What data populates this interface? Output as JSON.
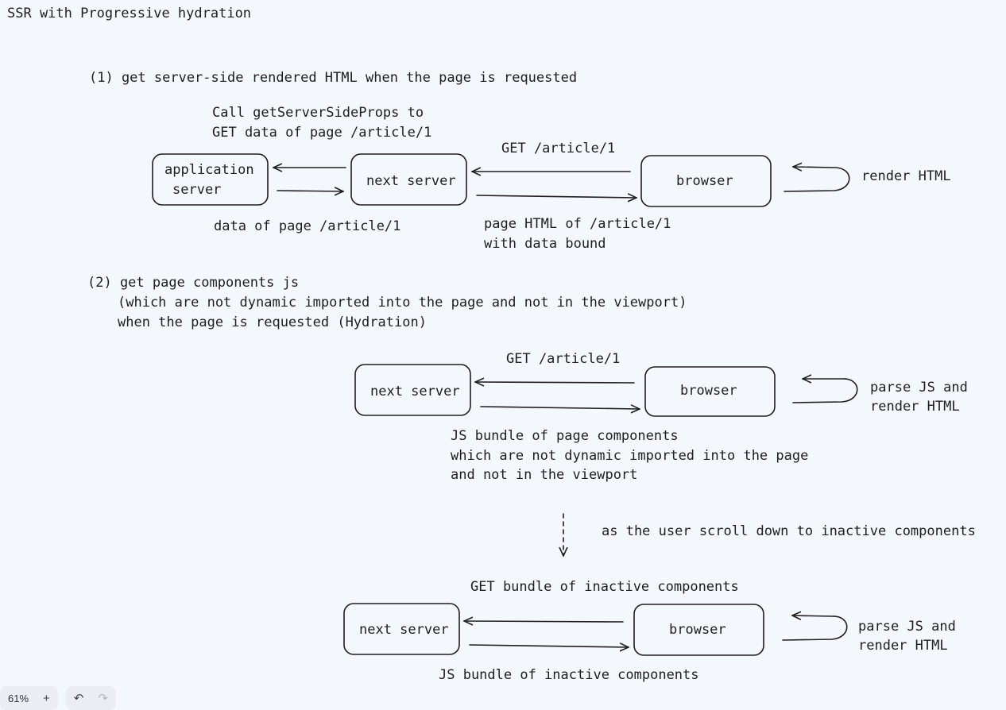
{
  "title": "SSR with Progressive hydration",
  "section1": {
    "heading": "(1) get server-side rendered HTML when the page is requested",
    "call_line1": "Call getServerSideProps to",
    "call_line2": "GET data of page /article/1",
    "app_server_line1": "application",
    "app_server_line2": "server",
    "next_server": "next server",
    "browser": "browser",
    "get_article": "GET /article/1",
    "render_html": "render HTML",
    "data_of_page": "data of page /article/1",
    "page_html_line1": "page HTML of /article/1",
    "page_html_line2": "with data bound"
  },
  "section2": {
    "heading_line1": "(2) get page components js",
    "heading_line2": "(which are not dynamic imported into the page and not in the viewport)",
    "heading_line3": "when the page is requested (Hydration)",
    "get_article": "GET /article/1",
    "next_server": "next server",
    "browser": "browser",
    "parse_line1": "parse JS and",
    "parse_line2": "render HTML",
    "bundle_line1": "JS bundle of page components",
    "bundle_line2": "which are not dynamic imported into the page",
    "bundle_line3": "and not in the viewport",
    "scroll_note": "as the user scroll down to inactive components",
    "get_inactive": "GET bundle of inactive components",
    "next_server_2": "next server",
    "browser_2": "browser",
    "parse2_line1": "parse JS and",
    "parse2_line2": "render HTML",
    "inactive_bundle": "JS bundle of inactive components"
  },
  "toolbar": {
    "zoom_level": "61%",
    "zoom_in": "+",
    "undo_icon": "undo-icon",
    "redo_icon": "redo-icon"
  }
}
